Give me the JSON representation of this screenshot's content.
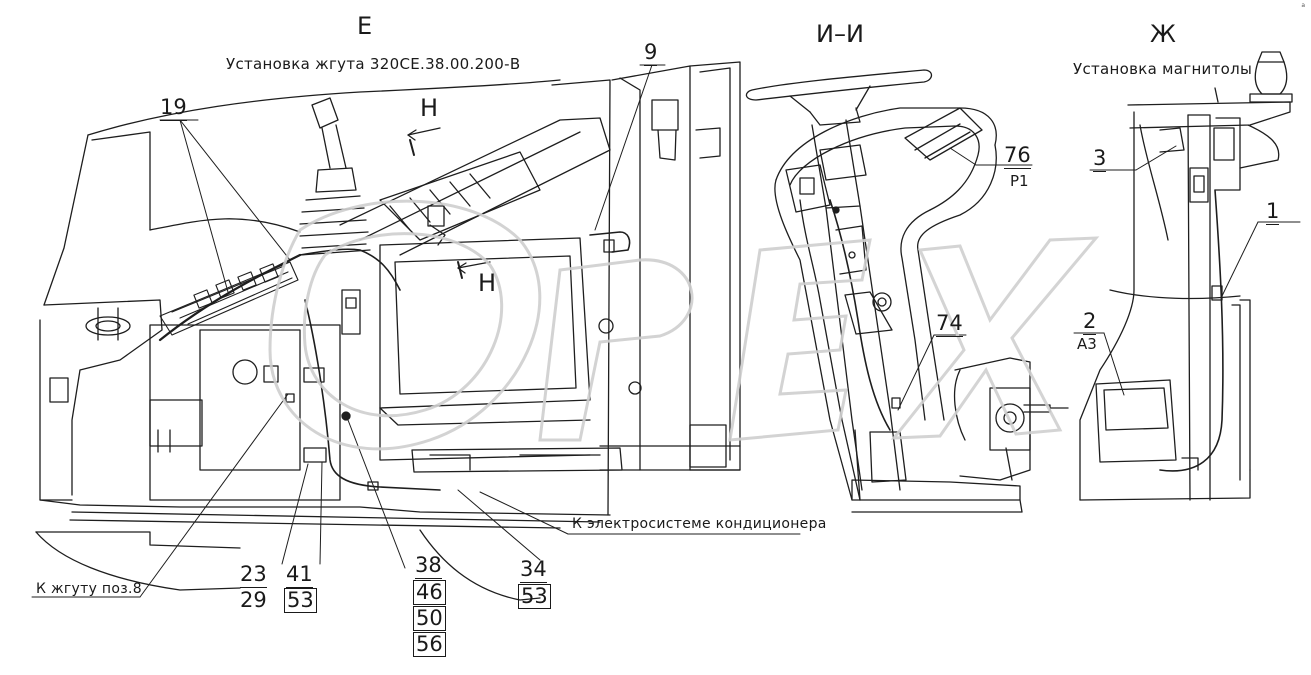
{
  "views": {
    "e": {
      "letter": "Е",
      "caption": "Установка жгута 320CE.38.00.200-В"
    },
    "ii": {
      "letter": "И–И"
    },
    "zh": {
      "letter": "Ж",
      "caption": "Установка магнитолы"
    }
  },
  "section_marks": {
    "upper": "Н",
    "lower": "Н"
  },
  "callouts": {
    "p19": "19",
    "p9": "9",
    "p76": "76",
    "p76_sub": "Р1",
    "p74": "74",
    "p3": "3",
    "p1": "1",
    "p2": "2",
    "p2_sub": "А3"
  },
  "notes": {
    "to_harness": "К жгуту поз.8",
    "to_ac": "К электросистеме кондиционера"
  },
  "position_stacks": {
    "s23": [
      "23",
      "29"
    ],
    "s41": [
      "41",
      "53"
    ],
    "s38": [
      "38",
      "46",
      "50",
      "56"
    ],
    "s34": [
      "34",
      "53"
    ]
  },
  "watermark": "OPEX",
  "corner_mark": "a"
}
